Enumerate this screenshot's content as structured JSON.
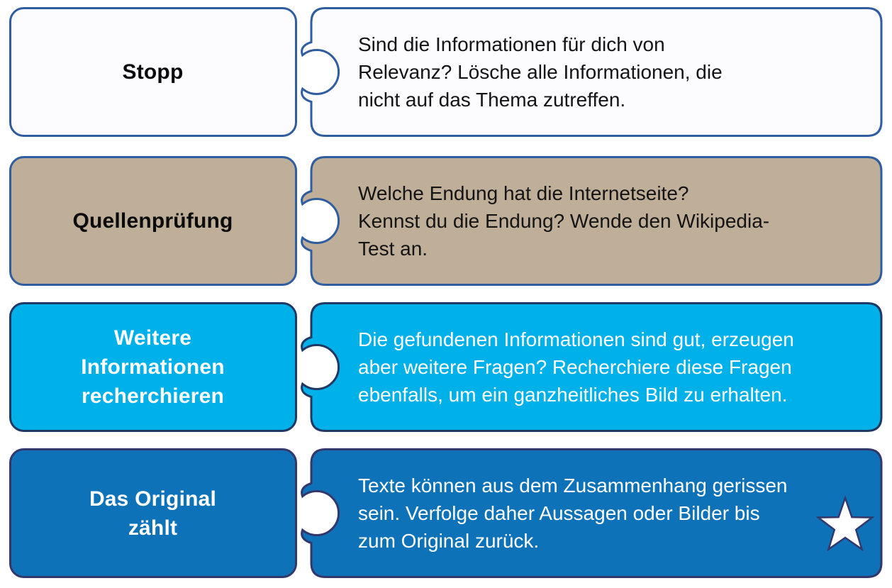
{
  "figure": {
    "type": "puzzle-process-diagram",
    "language": "de",
    "background": "#ffffff"
  },
  "star": {
    "icon": "star-icon",
    "fill": "#ffffff",
    "outline": "#32386b"
  },
  "rows": [
    {
      "label": "Stopp",
      "body": "Sind die Informationen für dich von\nRelevanz? Lösche alle Informationen, die\nnicht auf das Thema zutreffen.",
      "fill": "#fcfbfe",
      "stroke": "#2f5d9f",
      "text_color": "#141414"
    },
    {
      "label": "Quellenprüfung",
      "body": "Welche Endung hat die Internetseite?\nKennst du die Endung? Wende den Wikipedia-\nTest an.",
      "fill": "#bfae98",
      "stroke": "#2f5d9f",
      "text_color": "#141414"
    },
    {
      "label": "Weitere\nInformationen\nrecherchieren",
      "body": "Die gefundenen Informationen sind gut, erzeugen\naber weitere Fragen? Recherchiere diese Fragen\nebenfalls, um ein ganzheitliches Bild zu erhalten.",
      "fill": "#00b0e9",
      "stroke": "#1f3864",
      "text_color": "#ffffff"
    },
    {
      "label": "Das Original\nzählt",
      "body": "Texte können aus dem Zusammenhang gerissen\nsein. Verfolge daher Aussagen oder Bilder bis\nzum Original zurück.",
      "fill": "#0e72b9",
      "stroke": "#32386b",
      "text_color": "#ffffff"
    }
  ]
}
